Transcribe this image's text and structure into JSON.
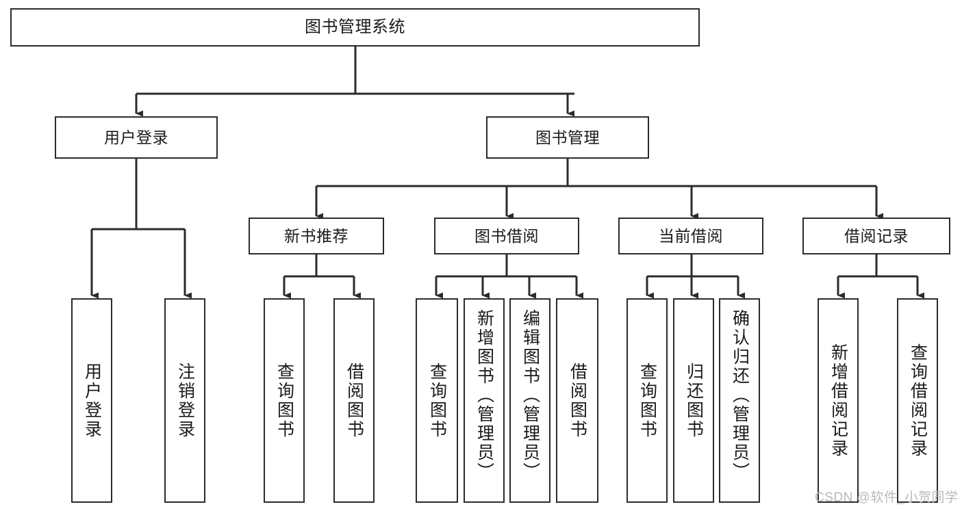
{
  "diagram": {
    "title": "图书管理系统",
    "type": "tree",
    "stroke_color": "#2b2b2b",
    "background_color": "#ffffff",
    "root": {
      "label": "图书管理系统"
    },
    "level2": [
      {
        "label": "用户登录"
      },
      {
        "label": "图书管理"
      }
    ],
    "level3": [
      {
        "label": "新书推荐"
      },
      {
        "label": "图书借阅"
      },
      {
        "label": "当前借阅"
      },
      {
        "label": "借阅记录"
      }
    ],
    "leaves": {
      "user_login": [
        {
          "label": "用户登录"
        },
        {
          "label": "注销登录"
        }
      ],
      "new_book_recommend": [
        {
          "label": "查询图书"
        },
        {
          "label": "借阅图书"
        }
      ],
      "book_borrow": [
        {
          "label": "查询图书"
        },
        {
          "label": "新增图书（管理员）"
        },
        {
          "label": "编辑图书（管理员）"
        },
        {
          "label": "借阅图书"
        }
      ],
      "current_borrow": [
        {
          "label": "查询图书"
        },
        {
          "label": "归还图书"
        },
        {
          "label": "确认归还（管理员）"
        }
      ],
      "borrow_record": [
        {
          "label": "新增借阅记录"
        },
        {
          "label": "查询借阅记录"
        }
      ]
    }
  },
  "watermark": {
    "text": "CSDN @软件_小贺同学"
  }
}
